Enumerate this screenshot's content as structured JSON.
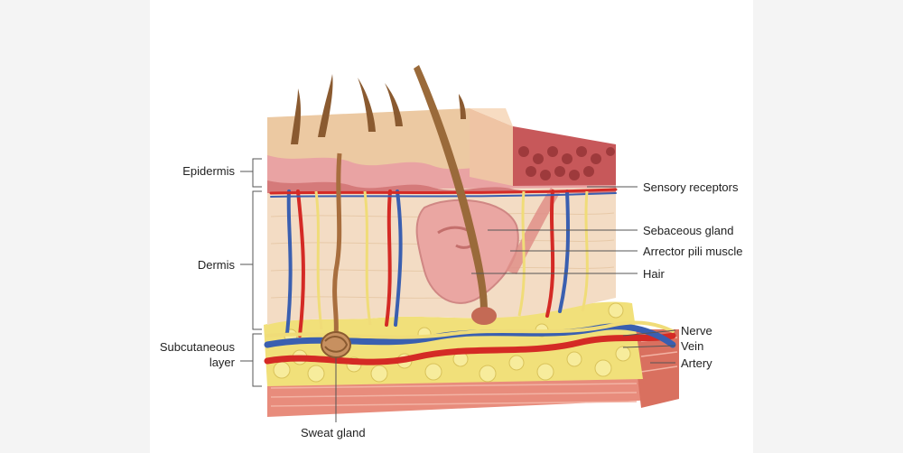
{
  "labels": {
    "epidermis": "Epidermis",
    "dermis": "Dermis",
    "subcutaneous_line1": "Subcutaneous",
    "subcutaneous_line2": "layer",
    "sensory_receptors": "Sensory receptors",
    "sebaceous_gland": "Sebaceous gland",
    "arrector_pili_muscle": "Arrector pili muscle",
    "hair": "Hair",
    "nerve": "Nerve",
    "vein": "Vein",
    "artery": "Artery",
    "sweat_gland": "Sweat gland"
  },
  "colors": {
    "epidermis_top": "#e8c9a4",
    "epidermis_pink": "#e9a3a3",
    "dermis": "#f3dcc4",
    "fat": "#f1e07a",
    "muscle": "#e88c7c",
    "artery": "#d42a25",
    "vein": "#3a5fb0",
    "nerve": "#f0dc78",
    "hair": "#9a6a3a"
  }
}
